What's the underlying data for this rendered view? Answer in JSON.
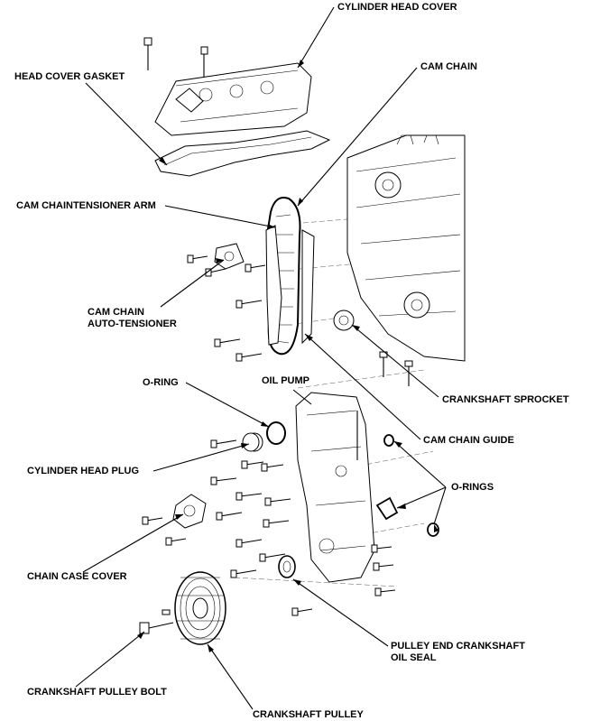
{
  "labels": {
    "cylinder_head_cover": "CYLINDER HEAD COVER",
    "head_cover_gasket": "HEAD COVER GASKET",
    "cam_chain": "CAM CHAIN",
    "cam_chain_tensioner_arm": "CAM CHAINTENSIONER ARM",
    "cam_chain_auto_tensioner_line1": "CAM CHAIN",
    "cam_chain_auto_tensioner_line2": "AUTO-TENSIONER",
    "crankshaft_sprocket": "CRANKSHAFT SPROCKET",
    "o_ring": "O-RING",
    "oil_pump": "OIL PUMP",
    "cam_chain_guide": "CAM CHAIN GUIDE",
    "cylinder_head_plug": "CYLINDER HEAD PLUG",
    "o_rings": "O-RINGS",
    "chain_case_cover": "CHAIN CASE COVER",
    "pulley_end_oil_seal_line1": "PULLEY END CRANKSHAFT",
    "pulley_end_oil_seal_line2": "OIL SEAL",
    "crankshaft_pulley_bolt": "CRANKSHAFT PULLEY BOLT",
    "crankshaft_pulley": "CRANKSHAFT PULLEY"
  }
}
